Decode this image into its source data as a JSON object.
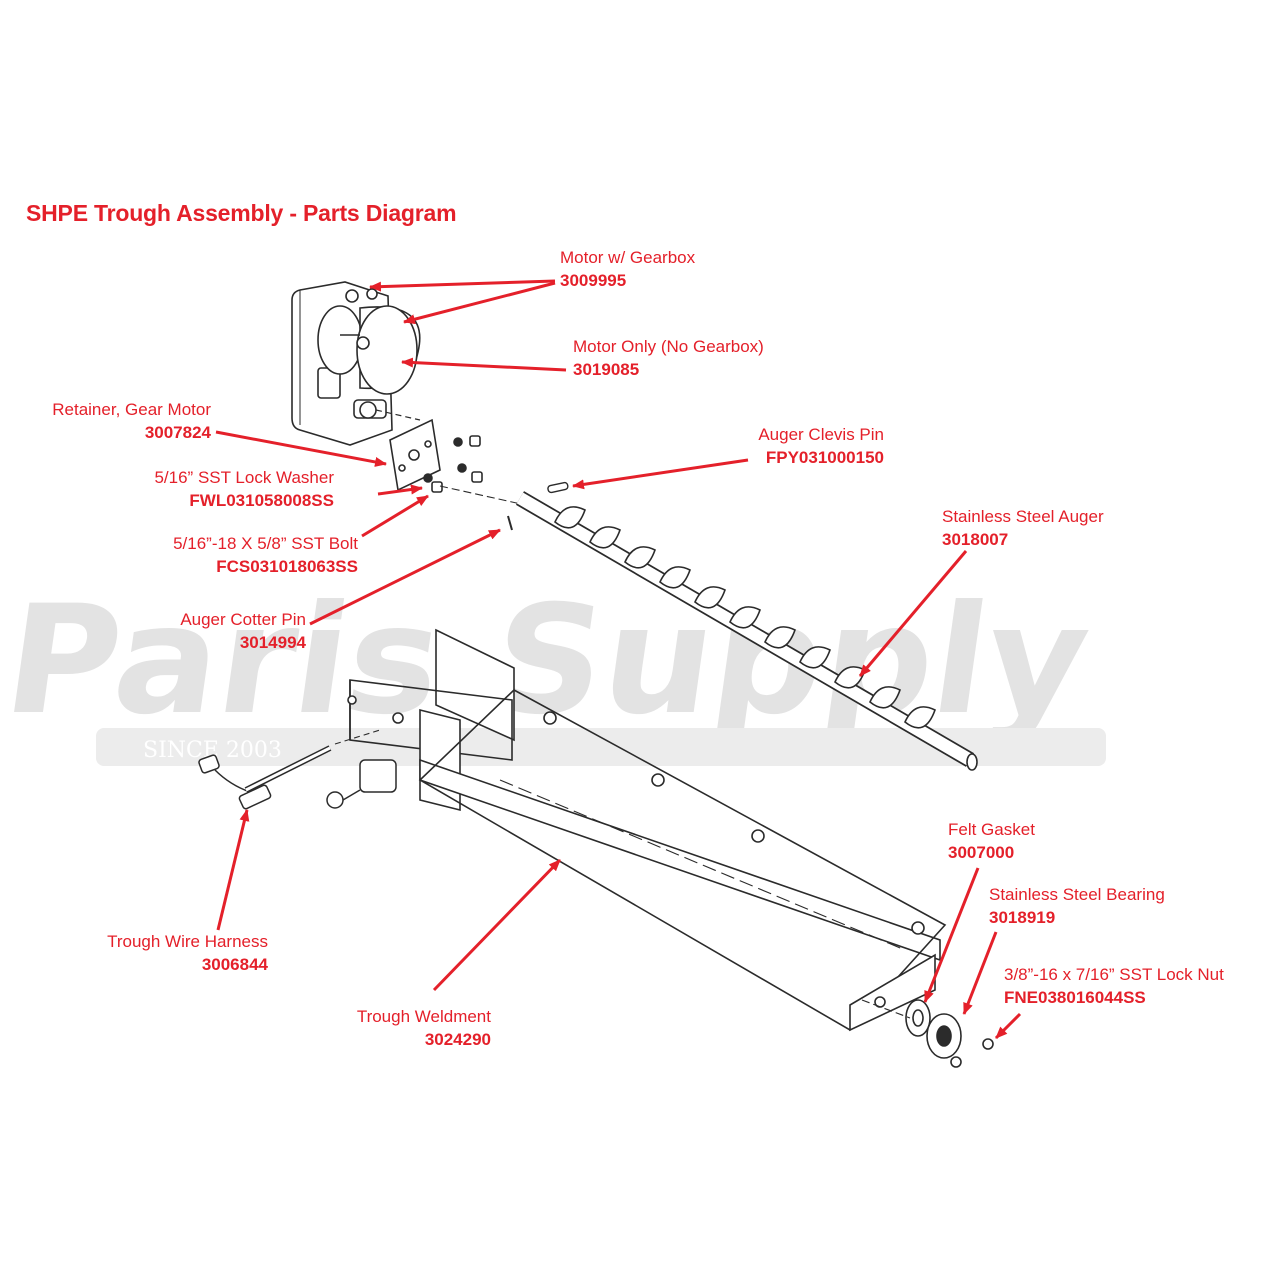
{
  "title": "SHPE Trough Assembly - Parts Diagram",
  "watermark": {
    "brand": "Paris Supply",
    "since": "SINCE 2003"
  },
  "colors": {
    "accent": "#e4202a",
    "line": "#2b2b2b",
    "watermark": "#e3e3e3"
  },
  "parts": [
    {
      "name": "Motor w/ Gearbox",
      "number": "3009995"
    },
    {
      "name": "Motor Only (No Gearbox)",
      "number": "3019085"
    },
    {
      "name": "Retainer, Gear Motor",
      "number": "3007824"
    },
    {
      "name": "5/16” SST Lock Washer",
      "number": "FWL031058008SS"
    },
    {
      "name": "5/16”-18 X 5/8” SST Bolt",
      "number": "FCS031018063SS"
    },
    {
      "name": "Auger Clevis Pin",
      "number": "FPY031000150"
    },
    {
      "name": "Stainless Steel Auger",
      "number": "3018007"
    },
    {
      "name": "Auger Cotter Pin",
      "number": "3014994"
    },
    {
      "name": "Trough Wire Harness",
      "number": "3006844"
    },
    {
      "name": "Trough Weldment",
      "number": "3024290"
    },
    {
      "name": "Felt Gasket",
      "number": "3007000"
    },
    {
      "name": "Stainless Steel Bearing",
      "number": "3018919"
    },
    {
      "name": "3/8”-16 x 7/16” SST Lock Nut",
      "number": "FNE038016044SS"
    }
  ]
}
